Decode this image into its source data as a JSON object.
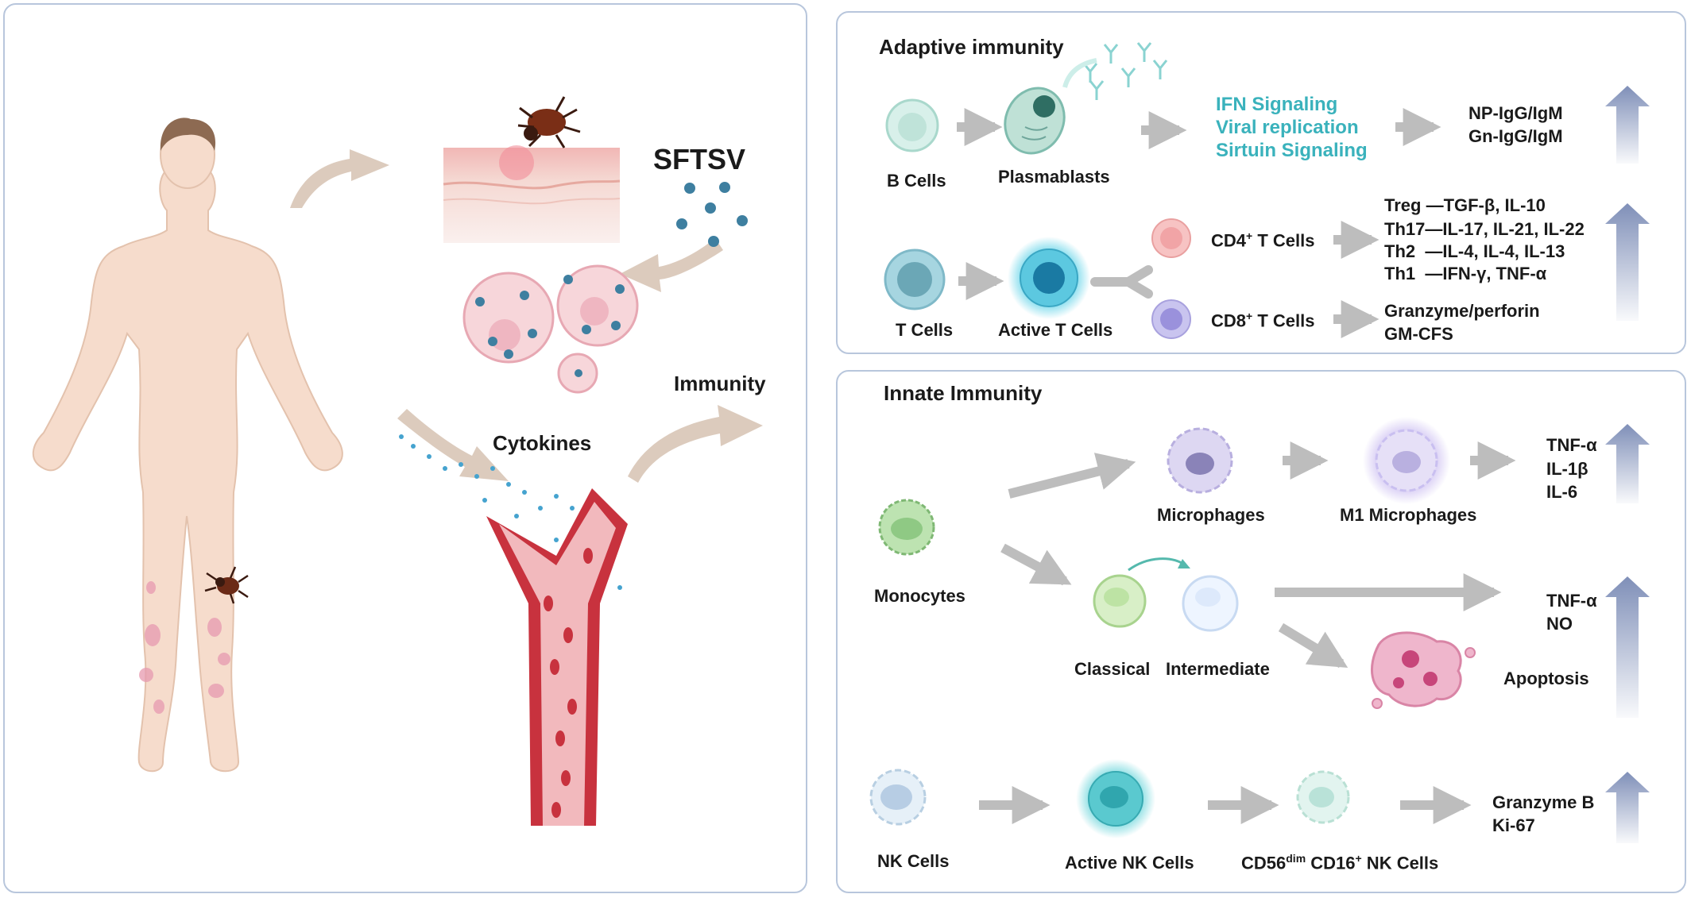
{
  "left_panel": {
    "sftsv_label": "SFTSV",
    "immunity_label": "Immunity",
    "cytokines_label": "Cytokines"
  },
  "adaptive": {
    "title": "Adaptive immunity",
    "b_cells": "B Cells",
    "plasmablasts": "Plasmablasts",
    "signaling": [
      "IFN Signaling",
      "Viral replication",
      "Sirtuin Signaling"
    ],
    "antibodies": [
      "NP-IgG/IgM",
      "Gn-IgG/IgM"
    ],
    "t_cells": "T Cells",
    "active_t_cells": "Active T Cells",
    "cd4_prefix": "CD4",
    "cd4_sup": "+",
    "cd4_suffix": " T Cells",
    "cd8_prefix": "CD8",
    "cd8_sup": "+",
    "cd8_suffix": " T Cells",
    "cd4_outputs": [
      "Treg —TGF-β, IL-10",
      "Th17—IL-17, IL-21, IL-22",
      "Th2  —IL-4, IL-4, IL-13",
      "Th1  —IFN-γ, TNF-α"
    ],
    "cd8_outputs": [
      "Granzyme/perforin",
      "GM-CFS"
    ]
  },
  "innate": {
    "title": "Innate Immunity",
    "monocytes": "Monocytes",
    "microphages": "Microphages",
    "m1_microphages": "M1 Microphages",
    "m1_outputs": [
      "TNF-α",
      "IL-1β",
      "IL-6"
    ],
    "classical": "Classical",
    "intermediate": "Intermediate",
    "mono_outputs": [
      "TNF-α",
      "NO"
    ],
    "apoptosis": "Apoptosis",
    "nk_cells": "NK Cells",
    "active_nk_cells": "Active NK Cells",
    "cd56_prefix": "CD56",
    "cd56_sup": "dim",
    "cd56_suffix": " CD16",
    "cd16_sup": "+",
    "nk_suffix": " NK Cells",
    "nk_outputs": [
      "Granzyme B",
      "Ki-67"
    ]
  },
  "colors": {
    "panel_border": "#b8c6dc",
    "teal_text": "#3ab2bc",
    "up_arrow": "#7f8fb8",
    "gray_arrow": "#bdbdbd",
    "tan_arrow": "#d9c8bb"
  }
}
